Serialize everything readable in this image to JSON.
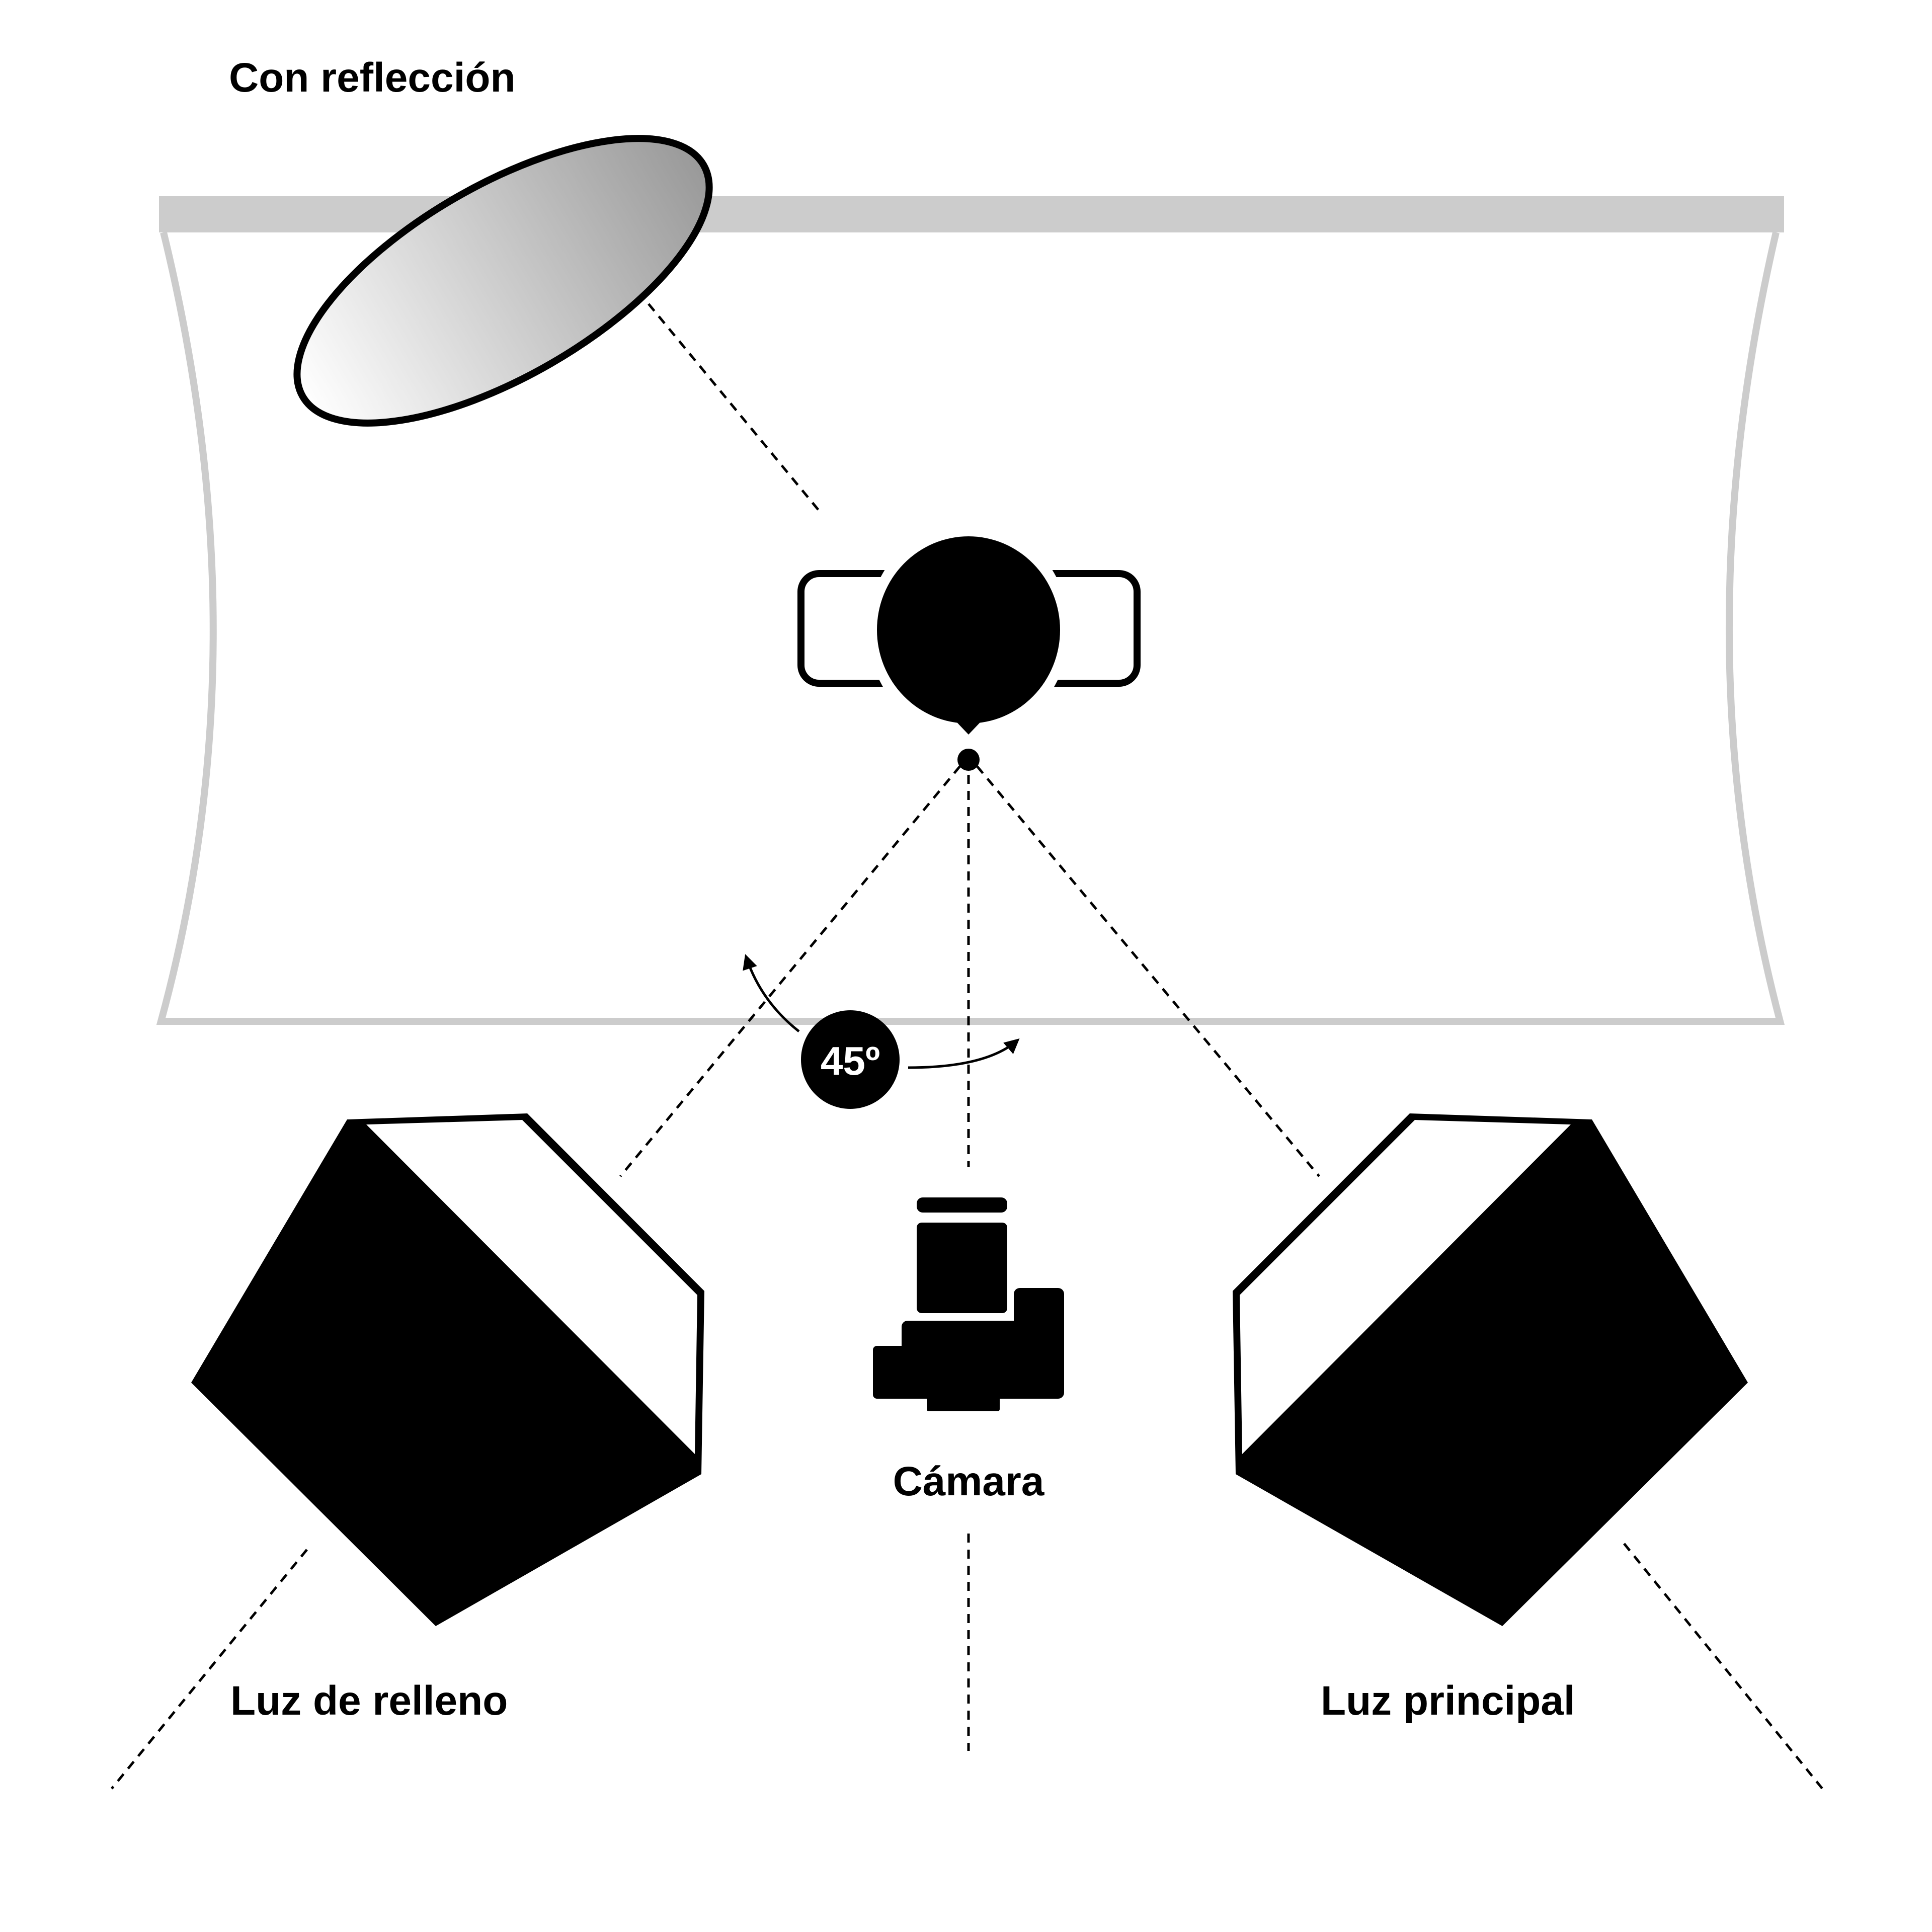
{
  "title": "Con reflección",
  "labels": {
    "fill_light": "Luz de relleno",
    "camera": "Cámara",
    "key_light": "Luz principal",
    "angle": "45º"
  },
  "colors": {
    "backdrop": "#cccccc",
    "ink": "#000000",
    "background": "#ffffff",
    "reflector_gradient_start": "#ffffff",
    "reflector_gradient_end": "#999999"
  },
  "icons": {
    "subject": "person-top-view-icon",
    "camera": "camera-icon",
    "fill_light": "softbox-icon",
    "key_light": "softbox-icon",
    "reflector": "reflector-icon",
    "angle": "rotation-arrow-icon"
  }
}
